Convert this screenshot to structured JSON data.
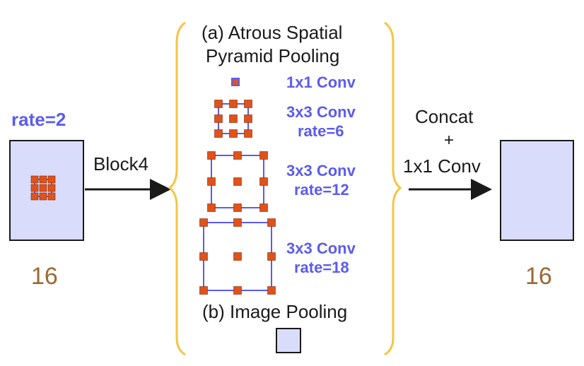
{
  "input": {
    "rate_label": "rate=2",
    "size_label": "16"
  },
  "arrow_left": {
    "label": "Block4"
  },
  "aspp": {
    "title_line1": "(a) Atrous Spatial",
    "title_line2": "Pyramid Pooling",
    "branches": [
      {
        "line1": "1x1 Conv",
        "line2": ""
      },
      {
        "line1": "3x3 Conv",
        "line2": "rate=6"
      },
      {
        "line1": "3x3 Conv",
        "line2": "rate=12"
      },
      {
        "line1": "3x3 Conv",
        "line2": "rate=18"
      }
    ],
    "image_pooling_label": "(b) Image Pooling"
  },
  "arrow_right": {
    "label_line1": "Concat",
    "label_line2": "+",
    "label_line3": "1x1 Conv"
  },
  "output": {
    "size_label": "16"
  },
  "colors": {
    "feature_fill": "#d9dcfb",
    "feature_border": "#1a1a1a",
    "kernel_border": "#5b5bf0",
    "kernel_dot": "#e0521a",
    "brace": "#f5c542",
    "label_blue": "#5b5bf0",
    "label_brown": "#9a6a32"
  }
}
